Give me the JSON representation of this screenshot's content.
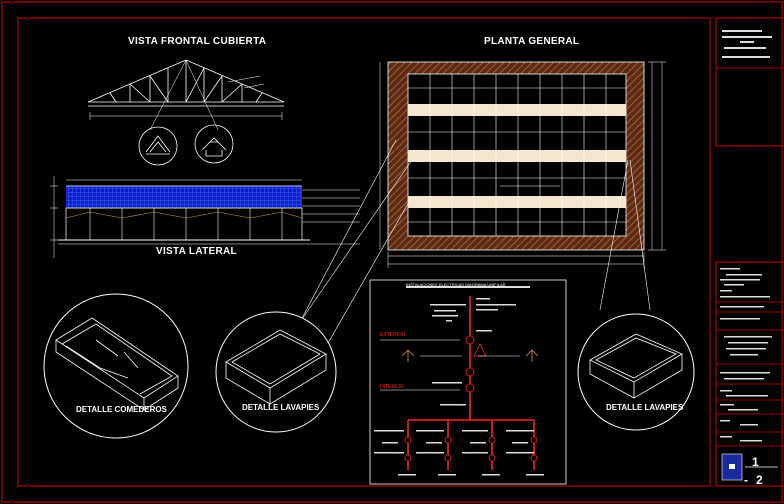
{
  "titles": {
    "front_view": "VISTA FRONTAL CUBIERTA",
    "plan": "PLANTA GENERAL",
    "side_view": "VISTA LATERAL",
    "detail_comederos": "DETALLE COMEDEROS",
    "detail_lavapies_1": "DETALLE LAVAPIES",
    "detail_lavapies_2": "DETALLE LAVAPIES",
    "electrical_diagram": "INSTALACIONES ELECTRICAS DIAGRAMA UNIFILAR"
  },
  "electrical": {
    "exterior": "EXTERIOR",
    "interior": "INTERIOR"
  },
  "sheet": {
    "number": "1",
    "total": "2"
  },
  "colors": {
    "background": "#000000",
    "frame": "#cc0000",
    "brick_fill": "#8a4a2a",
    "panel_blue": "#1a3cff",
    "electrical_red": "#ff2020",
    "corridor": "#f5e6cf"
  }
}
